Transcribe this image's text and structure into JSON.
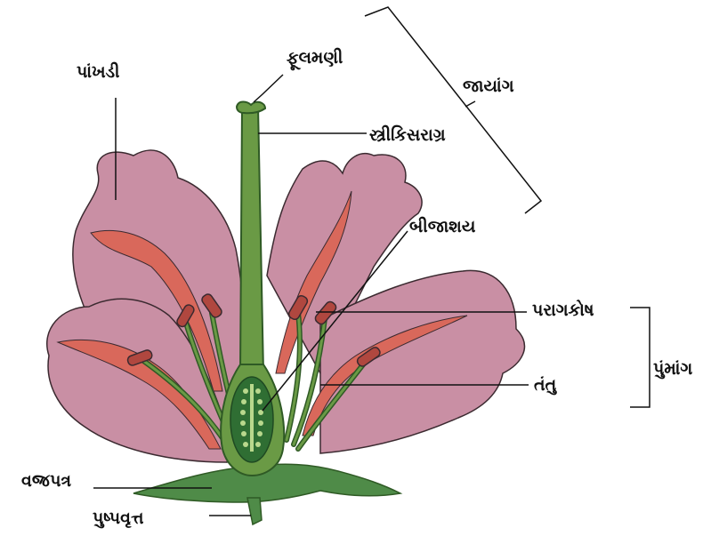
{
  "labels": {
    "petal": "પાંખડી",
    "stigma": "ફૂલમણી",
    "gynoecium": "જાયાંગ",
    "style": "સ્ત્રીકિસરાગ્ર",
    "ovary": "બીજાશય",
    "anther": "પરાગકોષ",
    "androecium": "પુંમાંગ",
    "filament": "તંતુ",
    "sepal": "વજ્રપત્ર",
    "pedicel": "પુષ્પવૃત્ત"
  },
  "colors": {
    "petal": "#c98fa4",
    "petal_stroke": "#3b2a30",
    "petal_vein": "#d9685b",
    "stem_green": "#6a9a45",
    "stem_dark": "#2f5a25",
    "anther": "#b0473f",
    "ovary_inner": "#2f6e33",
    "ovule": "#b9d88d",
    "sepal": "#4f8b48",
    "line": "#111111"
  }
}
